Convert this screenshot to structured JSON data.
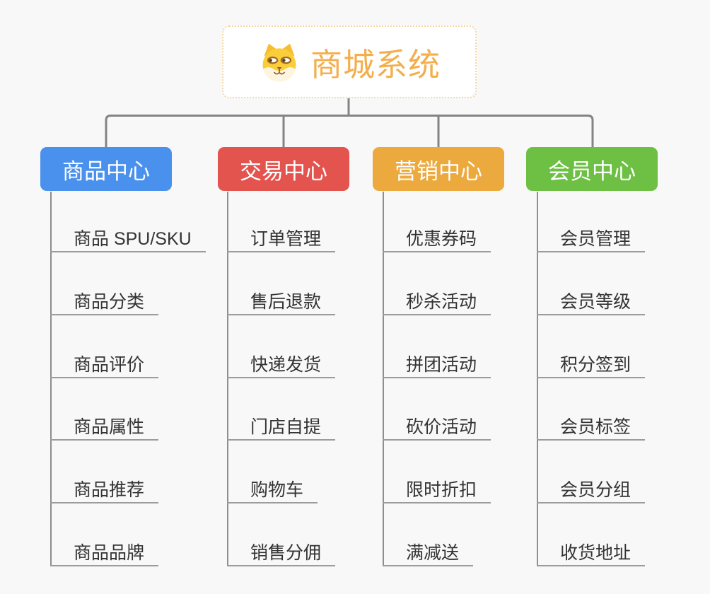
{
  "canvas": {
    "background": "#F8F8F8"
  },
  "root": {
    "title": "商城系统",
    "icon": "doge-icon",
    "text_color": "#F4AE4B",
    "border_color": "#F7D7A0"
  },
  "connector_color": "#848484",
  "leaf_line_color": "#9C9C9C",
  "leaf_text_color": "#333333",
  "branches": [
    {
      "label": "商品中心",
      "color": "#4A91EE",
      "items": [
        "商品 SPU/SKU",
        "商品分类",
        "商品评价",
        "商品属性",
        "商品推荐",
        "商品品牌"
      ]
    },
    {
      "label": "交易中心",
      "color": "#E4544F",
      "items": [
        "订单管理",
        "售后退款",
        "快递发货",
        "门店自提",
        "购物车",
        "销售分佣"
      ]
    },
    {
      "label": "营销中心",
      "color": "#ECA93D",
      "items": [
        "优惠券码",
        "秒杀活动",
        "拼团活动",
        "砍价活动",
        "限时折扣",
        "满减送"
      ]
    },
    {
      "label": "会员中心",
      "color": "#6DC044",
      "items": [
        "会员管理",
        "会员等级",
        "积分签到",
        "会员标签",
        "会员分组",
        "收货地址"
      ]
    }
  ]
}
